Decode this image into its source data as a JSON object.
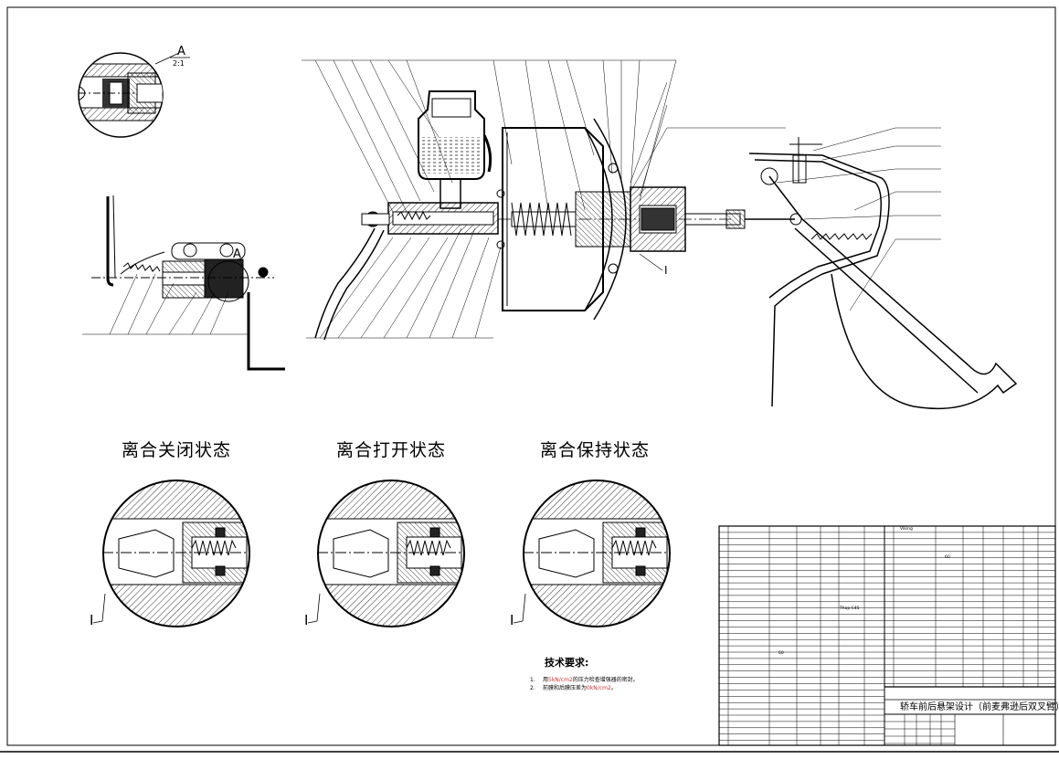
{
  "states": [
    {
      "title": "离合关闭状态",
      "marker": "I"
    },
    {
      "title": "离合打开状态",
      "marker": "I"
    },
    {
      "title": "离合保持状态",
      "marker": "I"
    }
  ],
  "detail_view": {
    "label": "A",
    "scale": "2:1"
  },
  "section_marks": {
    "a": "A",
    "i": "I"
  },
  "tech_requirements": {
    "heading": "技术要求:",
    "items": [
      {
        "num": "1.",
        "pre": "用",
        "value": "5kN/cm2",
        "post": "的压力检查增强器的密封。"
      },
      {
        "num": "2.",
        "pre": "前膜和后膜压差为",
        "value": "0kN/cm2",
        "post": "。"
      }
    ]
  },
  "title_block": {
    "project_title": "轿车前后悬架设计（前麦弗逊后双叉臂）",
    "cell_material_1": "Viking",
    "cell_material_2": "Thap C45",
    "cell_small_1": "60",
    "cell_small_2": "60"
  },
  "colors": {
    "line": "#000000",
    "hatch": "#000000",
    "highlight": "#cc3333"
  }
}
